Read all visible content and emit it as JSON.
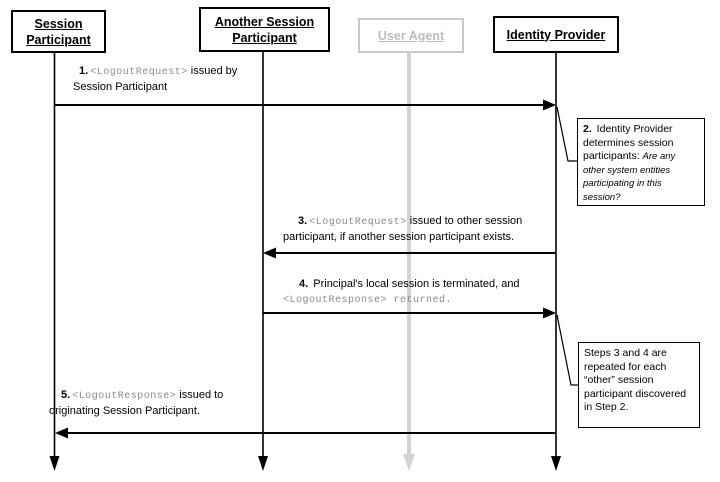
{
  "actors": {
    "session_participant": {
      "label": "Session Participant"
    },
    "another_session_participant": {
      "label": "Another Session Participant"
    },
    "user_agent": {
      "label": "User Agent"
    },
    "identity_provider": {
      "label": "Identity Provider"
    }
  },
  "messages": {
    "m1": {
      "num": "1.",
      "mono": "<LogoutRequest>",
      "rest": " issued by",
      "line2": "Session Participant"
    },
    "m3": {
      "num": "3.",
      "mono": "<LogoutRequest>",
      "rest": " issued to other session",
      "line2": "participant, if another session participant exists."
    },
    "m4": {
      "num": "4.",
      "rest": " Principal's local session is terminated, and",
      "mono2": "<LogoutResponse>",
      "rest2": " returned."
    },
    "m5": {
      "num": "5.",
      "mono": "<LogoutResponse>",
      "rest": " issued to",
      "line2": "originating Session Participant."
    }
  },
  "notes": {
    "n2": {
      "num": "2.",
      "text": " Identity Provider determines session participants: ",
      "italic": "Are any other system entities participating in this session?"
    },
    "n34": {
      "text": "Steps 3 and 4 are repeated for each “other” session participant discovered in Step 2."
    }
  },
  "colors": {
    "line": "#000000",
    "inactive_gray": "#c9c9c9",
    "lifeline_gray": "#d2d2d2",
    "mono_text": "#8c8c8c"
  }
}
